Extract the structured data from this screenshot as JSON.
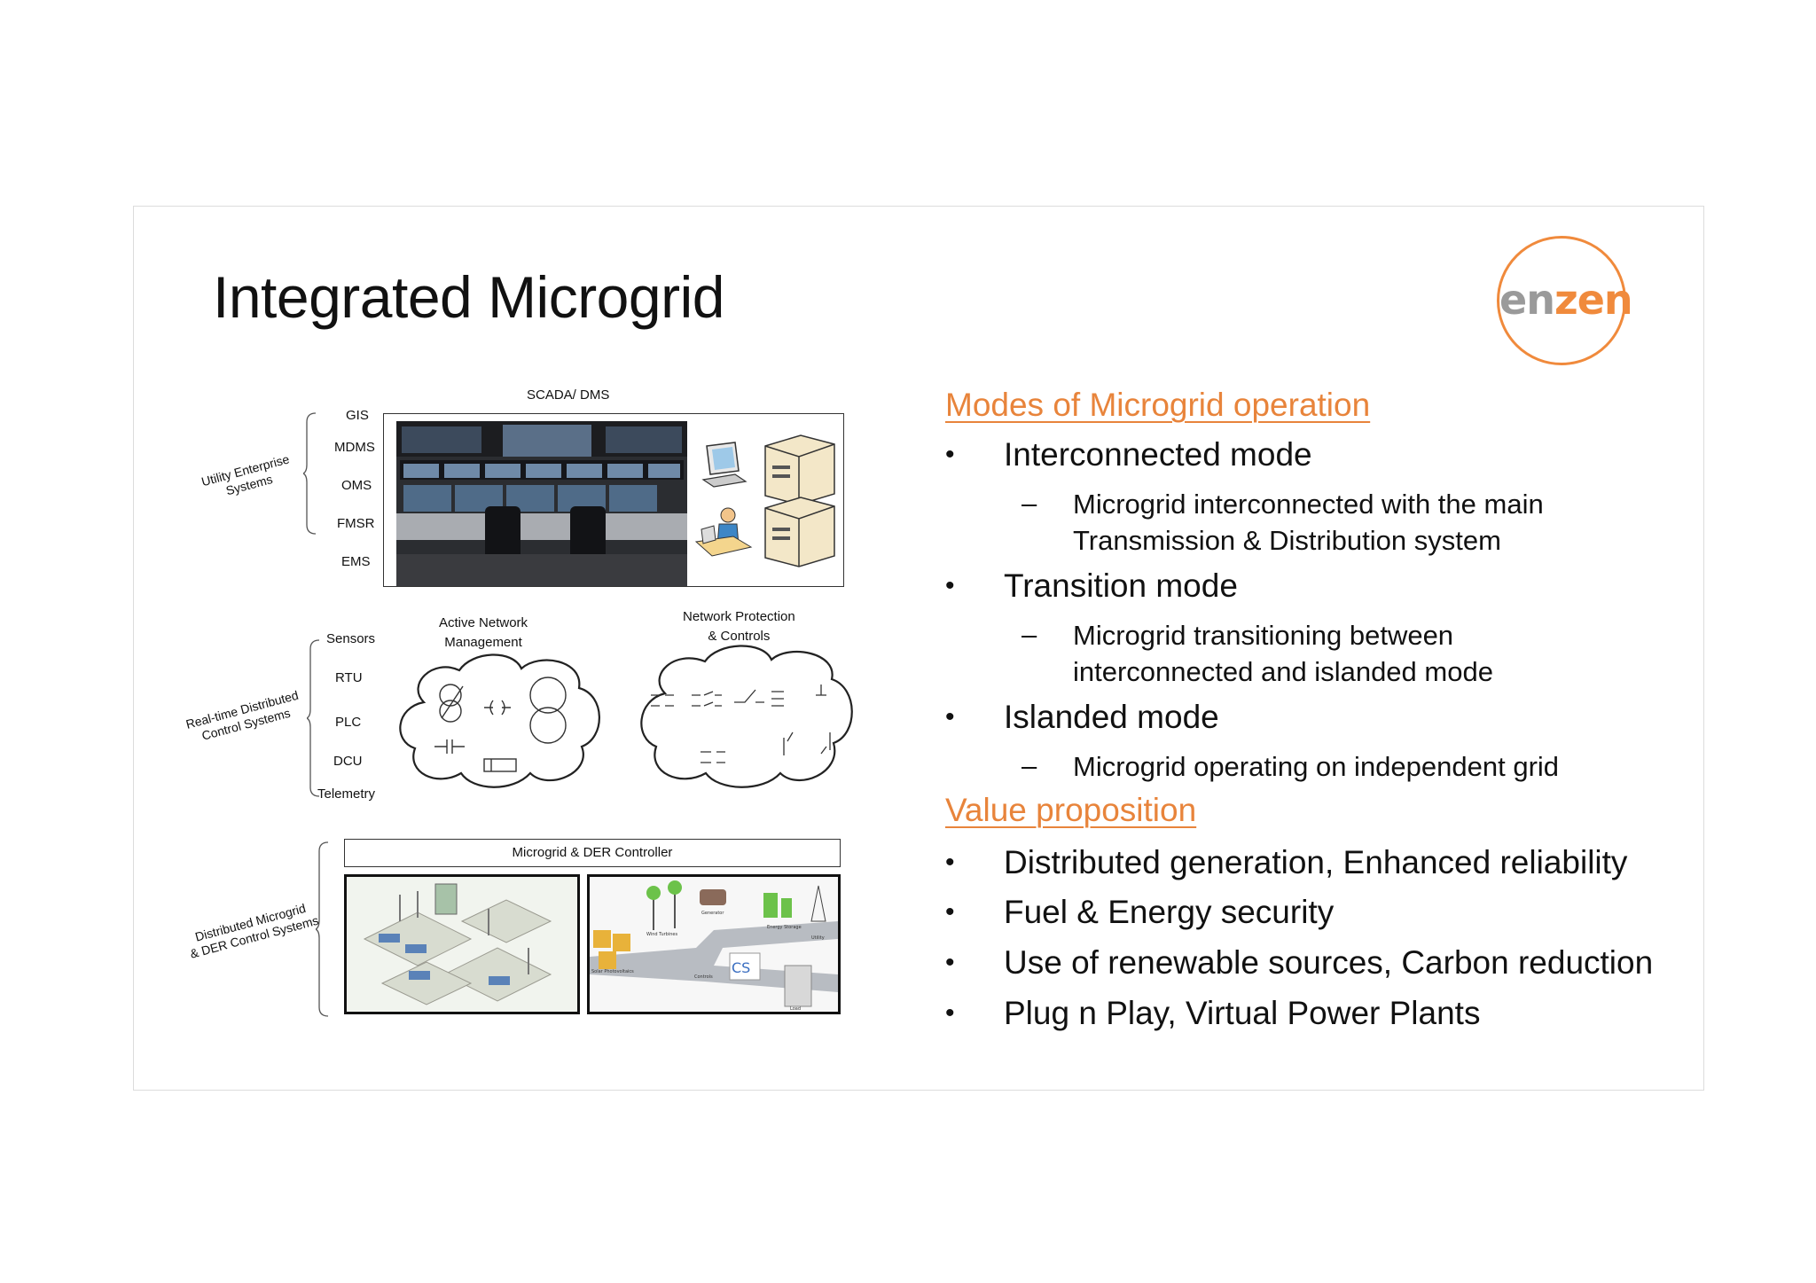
{
  "title": "Integrated Microgrid",
  "logo": {
    "part1": "en",
    "part2": "zen",
    "ring_color": "#f08a3c"
  },
  "diagram": {
    "scada_label": "SCADA/ DMS",
    "utility_items": [
      "GIS",
      "MDMS",
      "OMS",
      "FMSR",
      "EMS"
    ],
    "utility_group_label": "Utility Enterprise\nSystems",
    "active_network_label": "Active Network\nManagement",
    "network_protection_label": "Network Protection\n& Controls",
    "realtime_items": [
      "Sensors",
      "RTU",
      "PLC",
      "DCU",
      "Telemetry"
    ],
    "realtime_group_label": "Real-time Distributed\nControl Systems",
    "controller_label": "Microgrid & DER Controller",
    "der_group_label": "Distributed Microgrid\n& DER Control Systems",
    "der_image_labels": [
      "Wind Turbines",
      "Generator",
      "Energy Storage",
      "Utility",
      "Solar Photovoltaics",
      "Controls",
      "Load",
      "CS"
    ]
  },
  "modes": {
    "heading": "Modes of Microgrid operation",
    "items": [
      {
        "label": "Interconnected mode",
        "sub": "Microgrid interconnected with the main Transmission & Distribution system"
      },
      {
        "label": "Transition mode",
        "sub": "Microgrid transitioning between interconnected and islanded mode"
      },
      {
        "label": "Islanded mode",
        "sub": "Microgrid operating on independent grid"
      }
    ]
  },
  "value": {
    "heading": "Value proposition",
    "items": [
      "Distributed generation, Enhanced reliability",
      "Fuel & Energy security",
      "Use of renewable sources, Carbon reduction",
      "Plug n Play, Virtual Power Plants"
    ]
  },
  "colors": {
    "accent": "#e8843b",
    "text": "#111111"
  }
}
